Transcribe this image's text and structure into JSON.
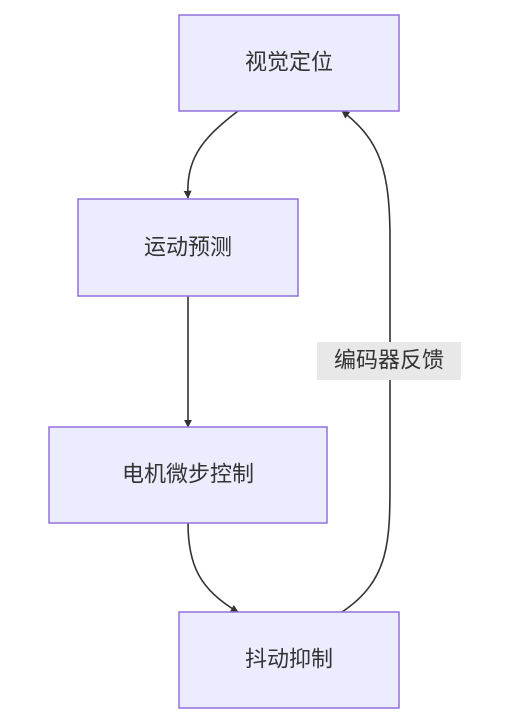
{
  "diagram": {
    "nodes": {
      "visual_positioning": "视觉定位",
      "motion_prediction": "运动预测",
      "motor_microstep_control": "电机微步控制",
      "jitter_suppression": "抖动抑制"
    },
    "edge_labels": {
      "encoder_feedback": "编码器反馈"
    },
    "colors": {
      "node_fill": "#ECECFF",
      "node_stroke": "#9370DB",
      "edge": "#333333",
      "label_background": "#E8E8E8"
    }
  }
}
